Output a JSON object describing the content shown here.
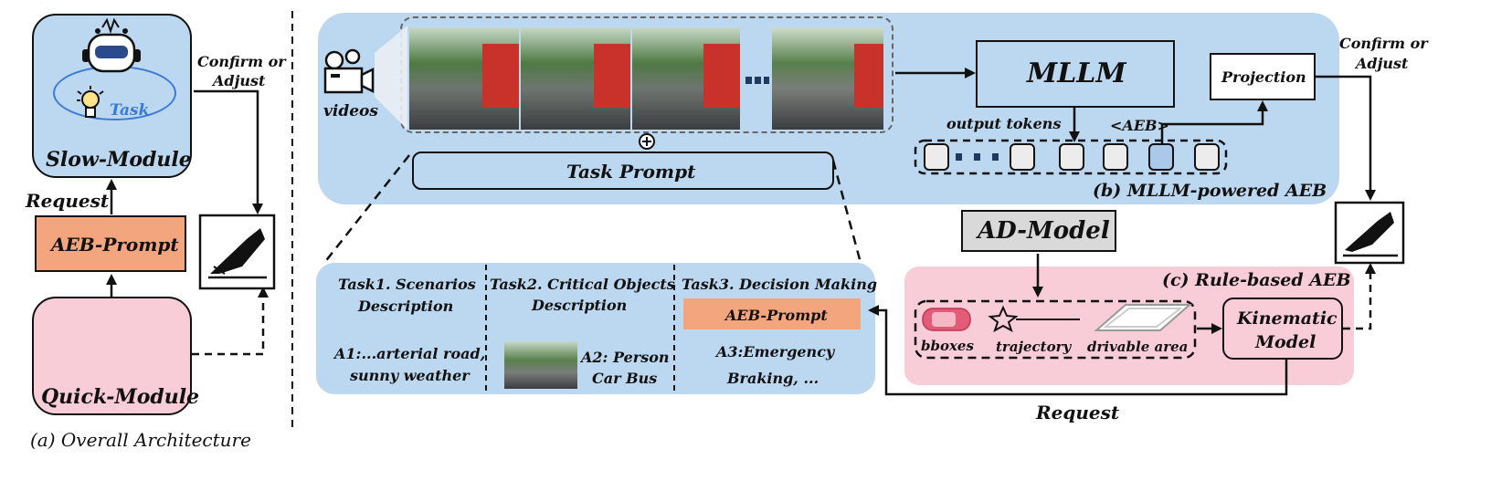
{
  "panel_a": {
    "slow_module": "Slow-Module",
    "task": "Task",
    "request": "Request",
    "aeb_prompt": "AEB-Prompt",
    "quick_module": "Quick-Module",
    "confirm_or_adjust": [
      "Confirm or",
      "Adjust"
    ],
    "caption": "(a) Overall Architecture"
  },
  "panel_b": {
    "videos": "videos",
    "task_prompt": "Task Prompt",
    "mllm": "MLLM",
    "projection": "Projection",
    "output_tokens": "output tokens",
    "aeb_token": "<AEB>",
    "confirm_or_adjust": [
      "Confirm or",
      "Adjust"
    ],
    "caption": "(b) MLLM-powered AEB",
    "plus": "⊕"
  },
  "tasks": {
    "task1_title": [
      "Task1. Scenarios",
      "Description"
    ],
    "task1_answer": [
      "A1:...arterial road,",
      "sunny weather"
    ],
    "task2_title": [
      "Task2. Critical Objects",
      "Description"
    ],
    "task2_answer": [
      "A2: Person",
      "Car Bus"
    ],
    "task3_title": "Task3. Decision Making",
    "task3_prompt": "AEB-Prompt",
    "task3_answer": [
      "A3:Emergency",
      "Braking,  ..."
    ]
  },
  "panel_c": {
    "ad_model": "AD-Model",
    "caption": "(c) Rule-based AEB",
    "bboxes": "bboxes",
    "trajectory": "trajectory",
    "drivable_area": "drivable  area",
    "kinematic": [
      "Kinematic",
      "Model"
    ],
    "request": "Request"
  },
  "colors": {
    "light_blue": "#bcd7f0",
    "pink": "#f9cdd8",
    "orange": "#f3a57e",
    "gray": "#d9d9d9",
    "token_blue": "#a9c8ea"
  },
  "icons": [
    "robot-icon",
    "lightbulb-icon",
    "lightning-icon",
    "brake-pedal-icon",
    "video-camera-icon",
    "car-icon",
    "star-icon",
    "road-icon"
  ]
}
